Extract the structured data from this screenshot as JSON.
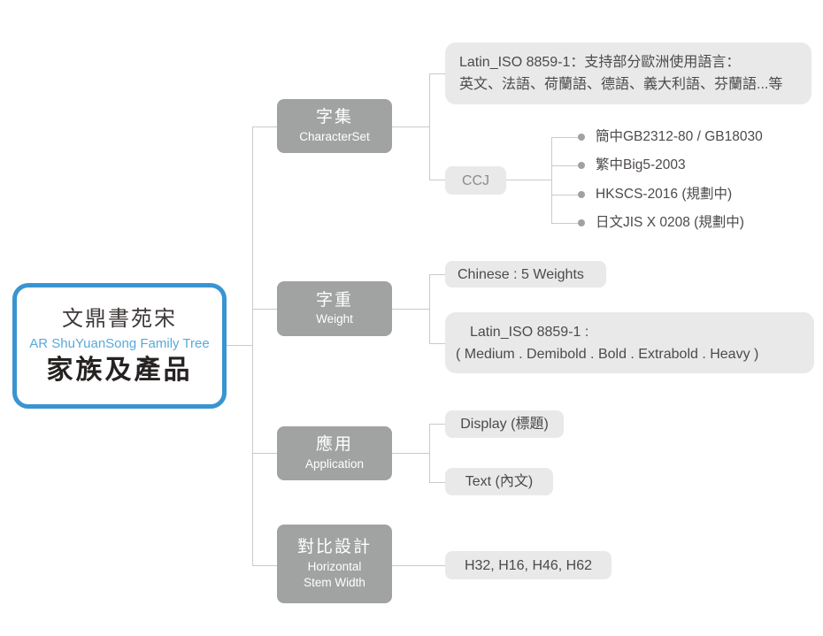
{
  "root": {
    "title": "文鼎書苑宋",
    "subtitle": "AR ShuYuanSong Family Tree",
    "heading": "家族及產品"
  },
  "branches": {
    "characterset": {
      "zh": "字集",
      "en": "CharacterSet"
    },
    "weight": {
      "zh": "字重",
      "en": "Weight"
    },
    "application": {
      "zh": "應用",
      "en": "Application"
    },
    "stemwidth": {
      "zh": "對比設計",
      "en1": "Horizontal",
      "en2": "Stem Width"
    }
  },
  "charset": {
    "latin": {
      "line1": "Latin_ISO 8859-1：支持部分歐洲使用語言：",
      "line2": "英文、法語、荷蘭語、德語、義大利語、芬蘭語...等"
    },
    "ccj": {
      "label": "CCJ",
      "items": [
        "簡中GB2312-80 / GB18030",
        "繁中Big5-2003",
        "HKSCS-2016 (規劃中)",
        "日文JIS X 0208 (規劃中)"
      ]
    }
  },
  "weight": {
    "chinese": "Chinese : 5 Weights",
    "latin_line1": "Latin_ISO 8859-1 :",
    "latin_line2": "( Medium . Demibold . Bold . Extrabold . Heavy )"
  },
  "application": {
    "display": "Display (標題)",
    "text": "Text (內文)"
  },
  "stemwidth": {
    "values": "H32, H16, H46, H62"
  },
  "colors": {
    "accent_blue": "#3994d1",
    "subtitle_blue": "#58a9d9",
    "node_gray": "#a1a2a2",
    "leaf_gray": "#e9e9ea",
    "line_gray": "#c9caca",
    "text_dark": "#4d4a49"
  }
}
